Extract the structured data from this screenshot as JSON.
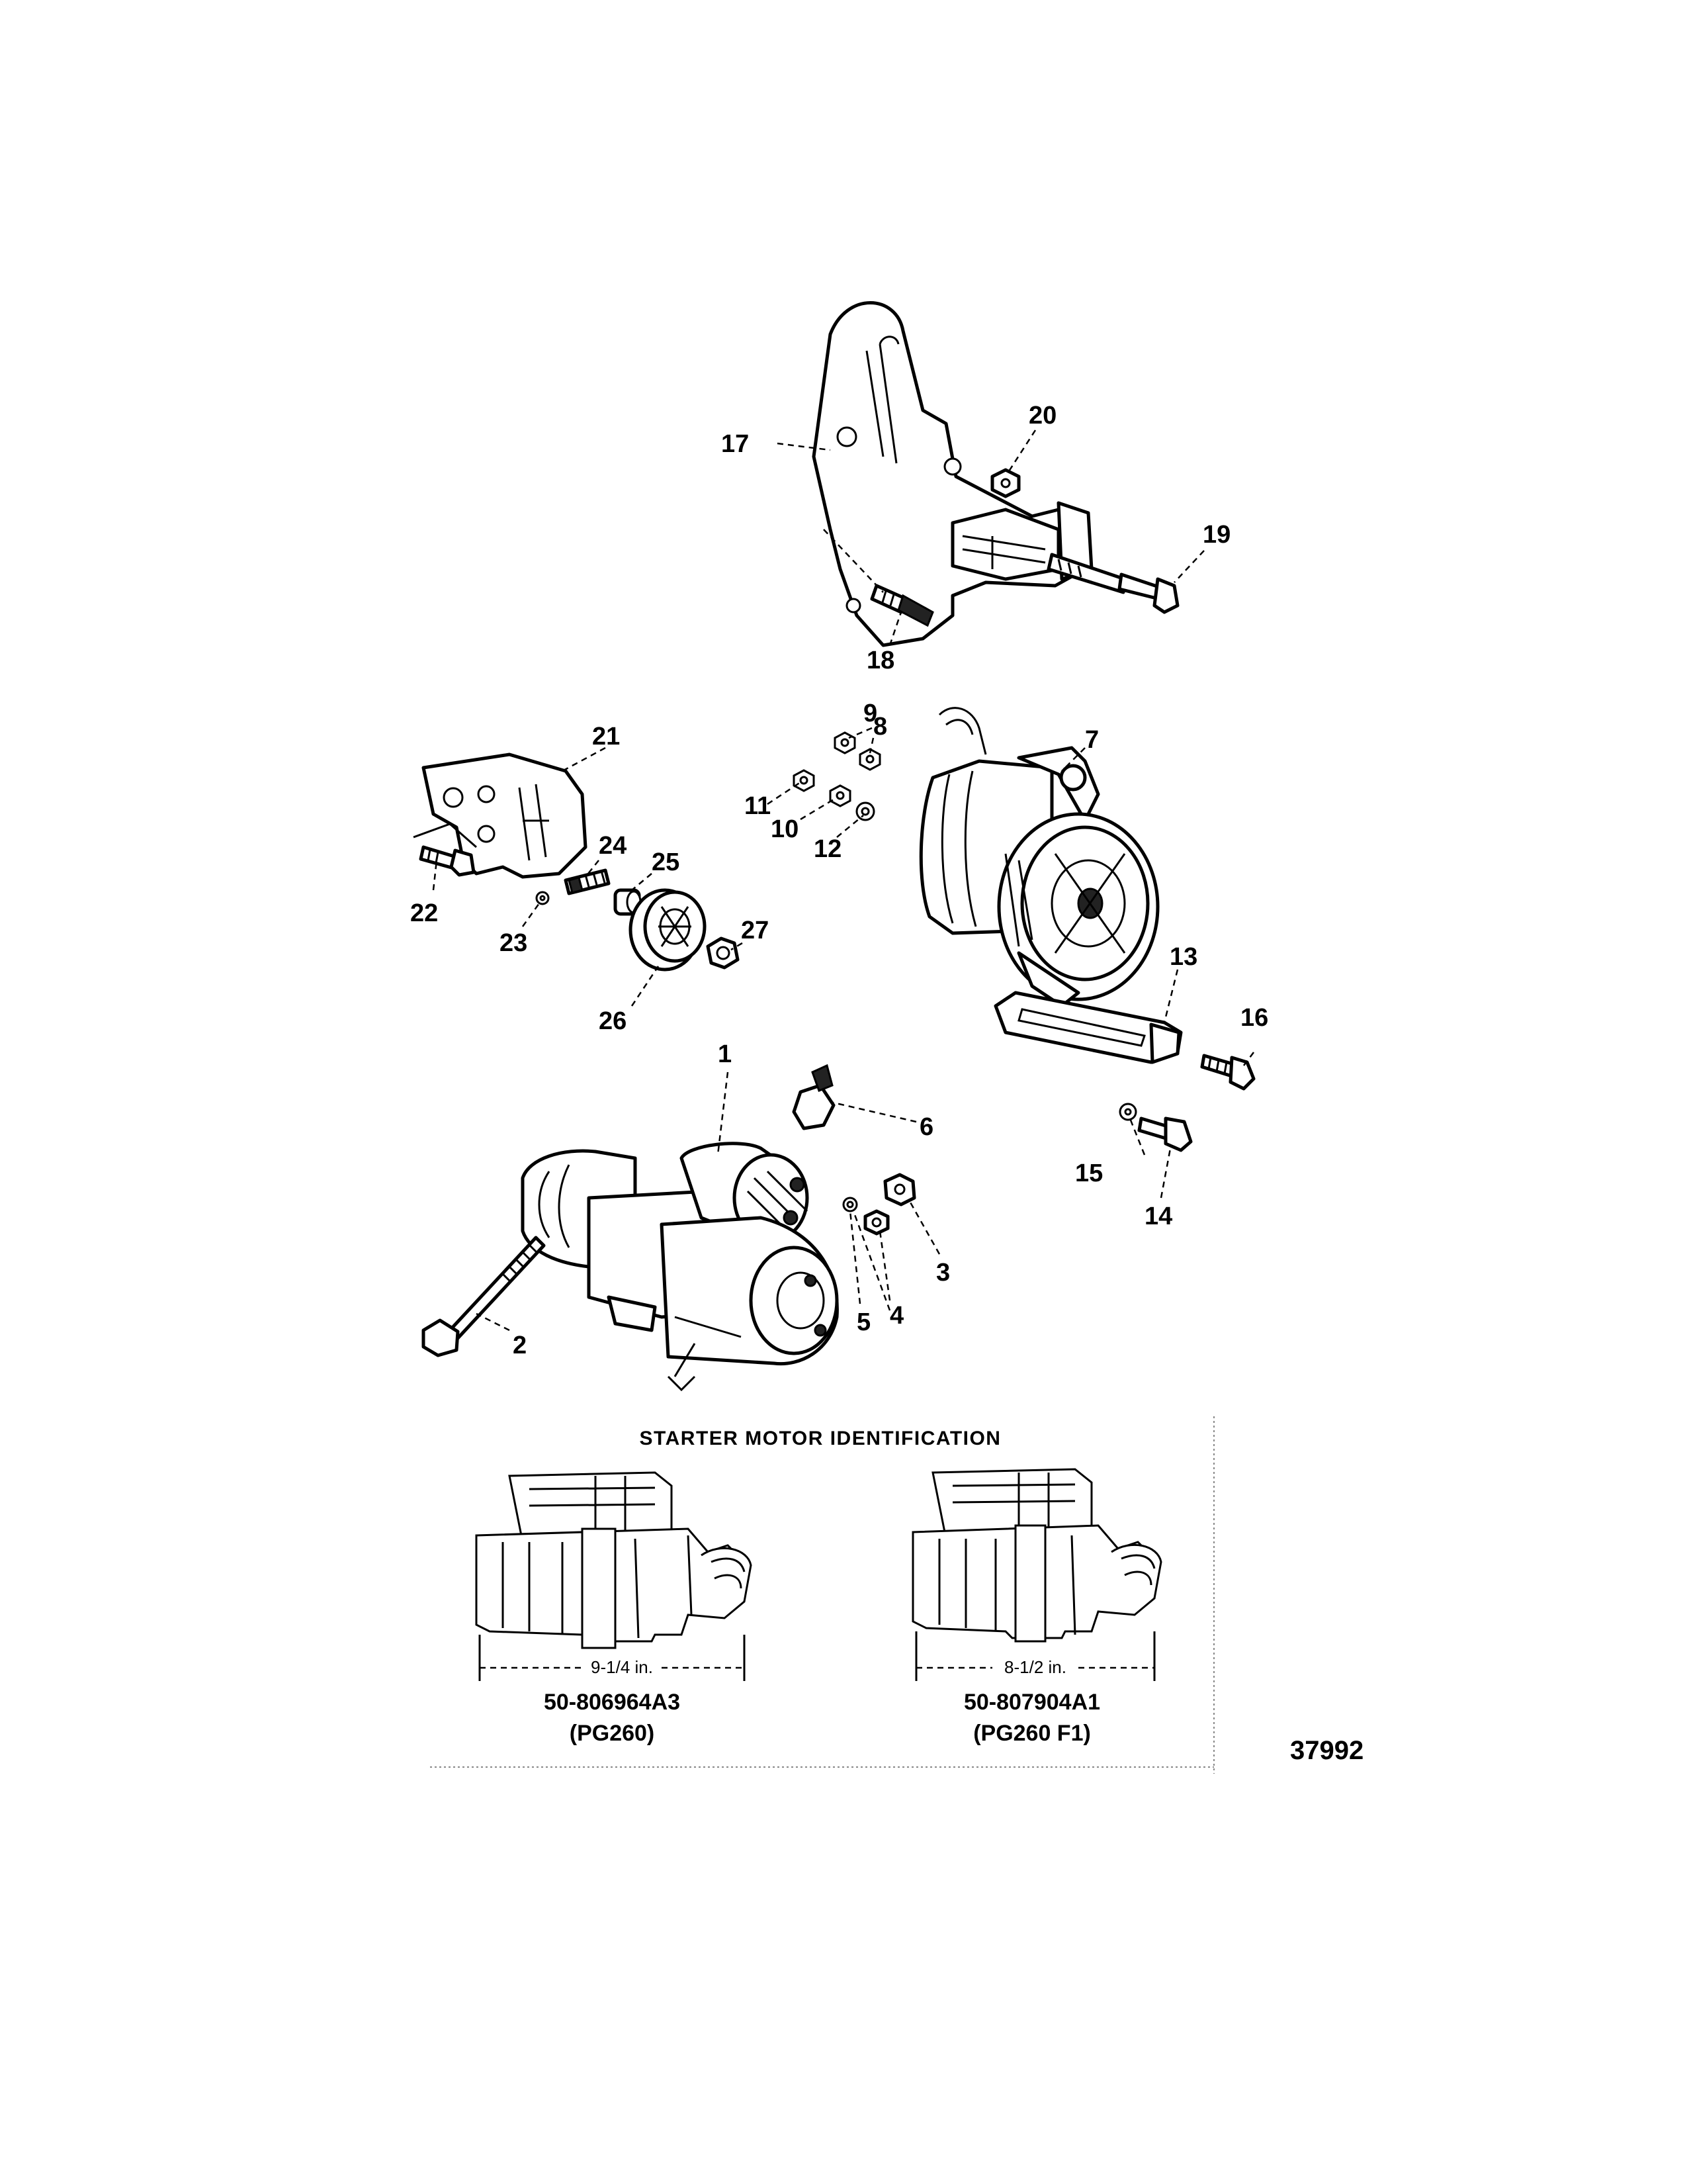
{
  "callouts": [
    "1",
    "2",
    "3",
    "4",
    "5",
    "6",
    "7",
    "8",
    "9",
    "10",
    "11",
    "12",
    "13",
    "14",
    "15",
    "16",
    "17",
    "18",
    "19",
    "20",
    "21",
    "22",
    "23",
    "24",
    "25",
    "26",
    "27"
  ],
  "identification": {
    "title": "STARTER MOTOR IDENTIFICATION",
    "left": {
      "dimension": "9-1/4 in.",
      "part_number": "50-806964A3",
      "model": "(PG260)"
    },
    "right": {
      "dimension": "8-1/2 in.",
      "part_number": "50-807904A1",
      "model": "(PG260 F1)"
    }
  },
  "figure_number": "37992"
}
